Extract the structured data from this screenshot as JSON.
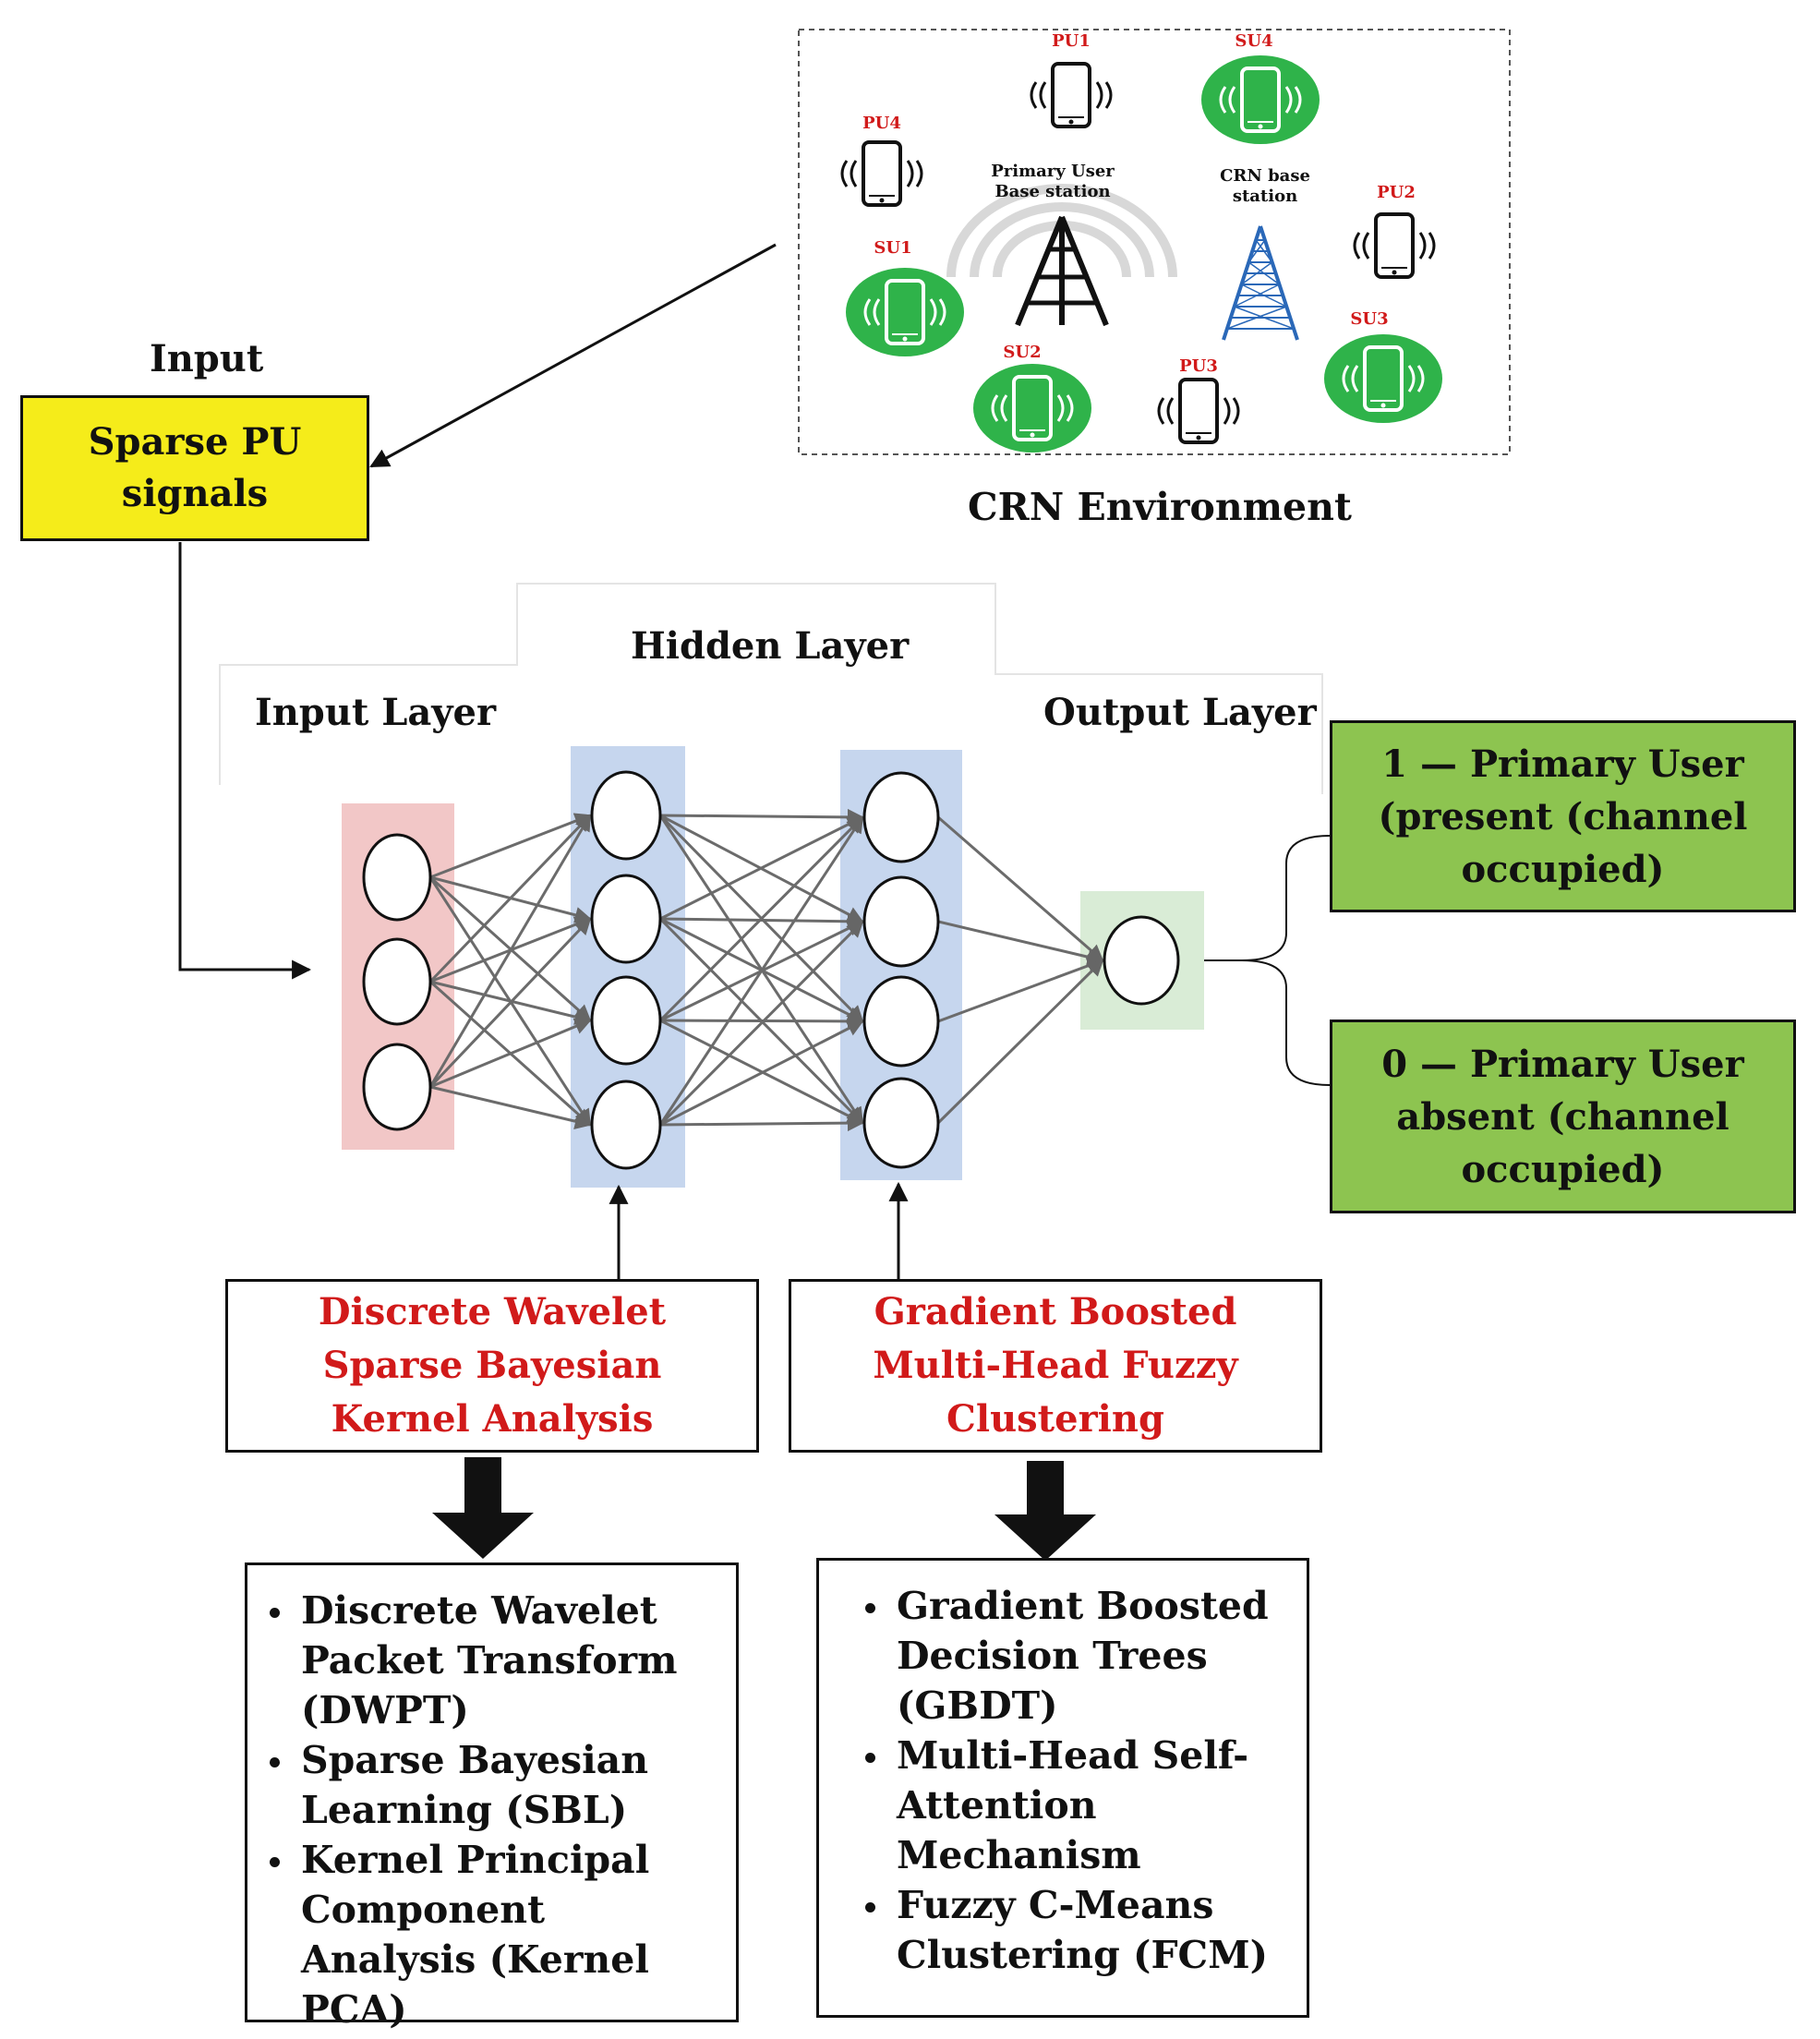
{
  "crn": {
    "caption": "CRN Environment",
    "primary_bs_label": "Primary User Base station",
    "crn_bs_label": "CRN base station",
    "devices": [
      {
        "label": "PU1",
        "kind": "pu"
      },
      {
        "label": "SU4",
        "kind": "su"
      },
      {
        "label": "PU4",
        "kind": "pu"
      },
      {
        "label": "PU2",
        "kind": "pu"
      },
      {
        "label": "SU1",
        "kind": "su"
      },
      {
        "label": "SU3",
        "kind": "su"
      },
      {
        "label": "SU2",
        "kind": "su"
      },
      {
        "label": "PU3",
        "kind": "pu"
      }
    ]
  },
  "input": {
    "heading": "Input",
    "box_text": "Sparse PU signals",
    "box_color": "#f5ec1a"
  },
  "network": {
    "hidden_label": "Hidden Layer",
    "input_label": "Input Layer",
    "output_label": "Output Layer",
    "input_color": "#f2c7c7",
    "hidden_color": "#c6d6ee",
    "output_color": "#d9ecd6",
    "layer_sizes": [
      3,
      4,
      4,
      1
    ]
  },
  "outputs": {
    "color": "#8dc450",
    "present": "1 — Primary User (present (channel occupied)",
    "absent": "0 — Primary User absent (channel occupied)"
  },
  "methods": {
    "left_title": "Discrete Wavelet Sparse Bayesian Kernel Analysis",
    "right_title": "Gradient Boosted Multi-Head Fuzzy Clustering",
    "title_color": "#d11a1a",
    "left_items": [
      "Discrete Wavelet Packet Transform (DWPT)",
      "Sparse Bayesian Learning (SBL)",
      "Kernel Principal Component Analysis (Kernel PCA)"
    ],
    "right_items": [
      "Gradient Boosted Decision Trees (GBDT)",
      "Multi-Head Self-Attention Mechanism",
      "Fuzzy C-Means Clustering (FCM)"
    ]
  }
}
